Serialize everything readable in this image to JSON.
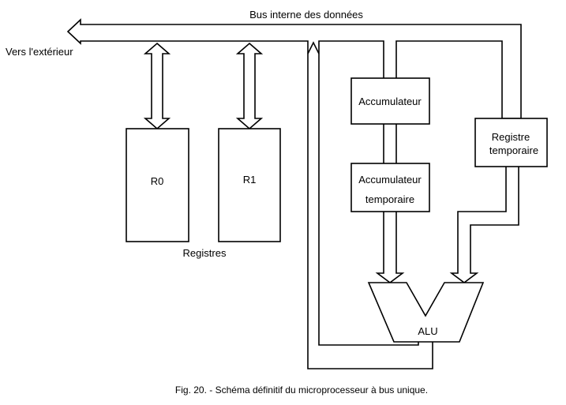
{
  "diagram": {
    "bus_label": "Bus interne des données",
    "outside_label": "Vers l'extérieur",
    "registers": {
      "r0": "R0",
      "r1": "R1",
      "group_label": "Registres"
    },
    "accumulator": "Accumulateur",
    "temp_accumulator": {
      "line1": "Accumulateur",
      "line2": "temporaire"
    },
    "temp_register": {
      "line1": "Registre",
      "line2": "temporaire"
    },
    "alu": "ALU",
    "caption": "Fig. 20. - Schéma définitif du microprocesseur à bus unique."
  }
}
